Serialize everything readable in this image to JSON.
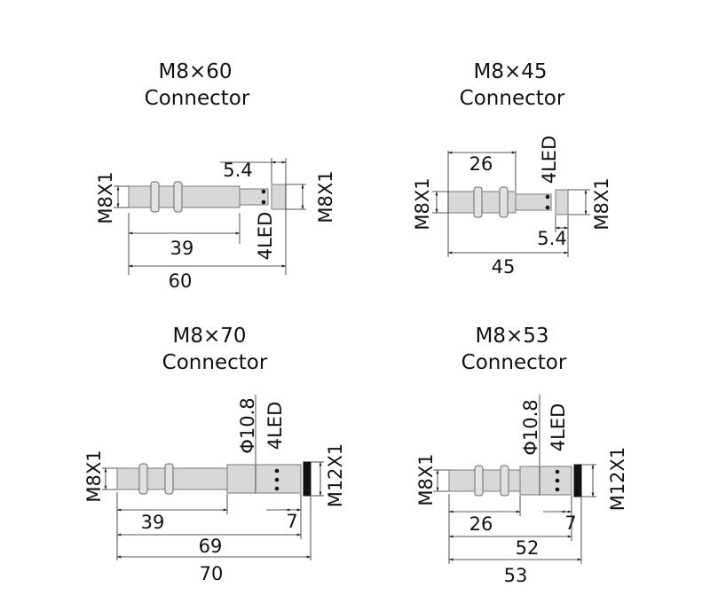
{
  "sensors": [
    {
      "title_line1": "M8×60",
      "title_line2": "Connector",
      "dims": {
        "thread": "M8X1",
        "conn_thread": "M8X1",
        "thread_len": "39",
        "total": "60",
        "conn_len": "5.4",
        "led": "4LED"
      }
    },
    {
      "title_line1": "M8×45",
      "title_line2": "Connector",
      "dims": {
        "thread": "M8X1",
        "conn_thread": "M8X1",
        "thread_len": "26",
        "total": "45",
        "conn_len": "5.4",
        "led": "4LED"
      }
    },
    {
      "title_line1": "M8×70",
      "title_line2": "Connector",
      "dims": {
        "thread": "M8X1",
        "conn_thread": "M12X1",
        "thread_len": "39",
        "body_len": "69",
        "total": "70",
        "conn_len": "7",
        "diameter": "Φ10.8",
        "led": "4LED"
      }
    },
    {
      "title_line1": "M8×53",
      "title_line2": "Connector",
      "dims": {
        "thread": "M8X1",
        "conn_thread": "M12X1",
        "thread_len": "26",
        "body_len": "52",
        "total": "53",
        "conn_len": "7",
        "diameter": "Φ10.8",
        "led": "4LED"
      }
    }
  ],
  "colors": {
    "body": "#d8d8d8",
    "outline": "#7a7a7a",
    "lines": "#222222",
    "connector": "#111111"
  }
}
